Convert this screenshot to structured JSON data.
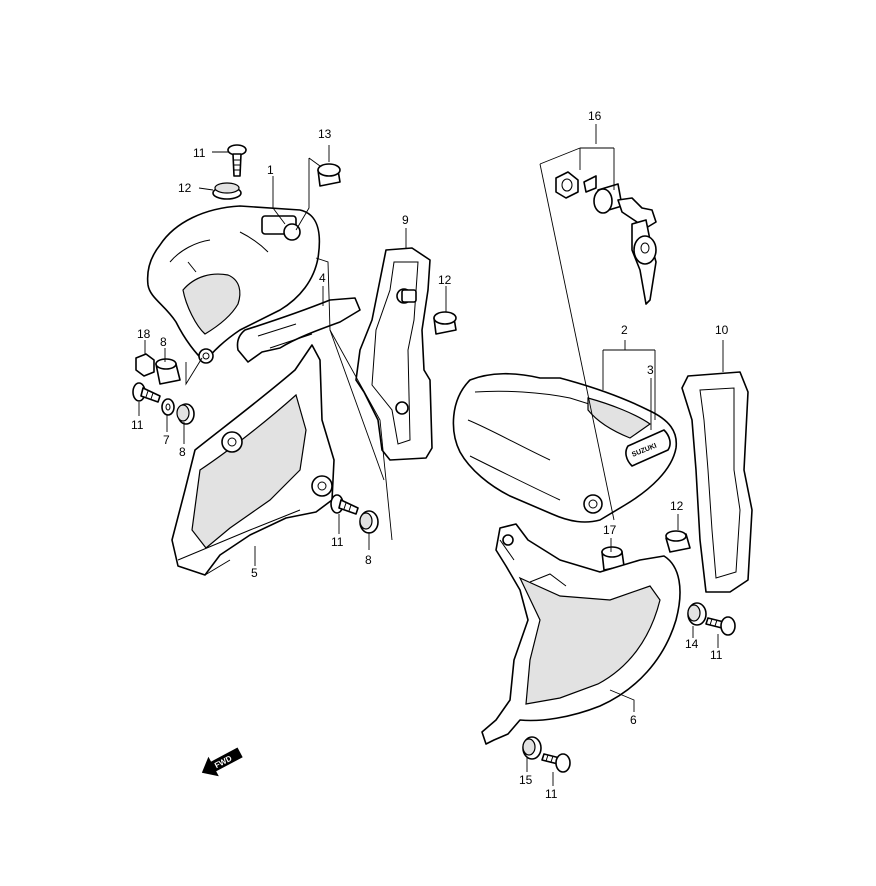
{
  "diagram": {
    "type": "exploded-parts-diagram",
    "callouts": [
      {
        "id": "c11a",
        "label": "11"
      },
      {
        "id": "c12a",
        "label": "12"
      },
      {
        "id": "c1",
        "label": "1"
      },
      {
        "id": "c13",
        "label": "13"
      },
      {
        "id": "c9",
        "label": "9"
      },
      {
        "id": "c4",
        "label": "4"
      },
      {
        "id": "c12b",
        "label": "12"
      },
      {
        "id": "c18",
        "label": "18"
      },
      {
        "id": "c8a",
        "label": "8"
      },
      {
        "id": "c11b",
        "label": "11"
      },
      {
        "id": "c7",
        "label": "7"
      },
      {
        "id": "c8b",
        "label": "8"
      },
      {
        "id": "c5",
        "label": "5"
      },
      {
        "id": "c11c",
        "label": "11"
      },
      {
        "id": "c8c",
        "label": "8"
      },
      {
        "id": "c16",
        "label": "16"
      },
      {
        "id": "c2",
        "label": "2"
      },
      {
        "id": "c3",
        "label": "3"
      },
      {
        "id": "c10",
        "label": "10"
      },
      {
        "id": "c12c",
        "label": "12"
      },
      {
        "id": "c17",
        "label": "17"
      },
      {
        "id": "c14",
        "label": "14"
      },
      {
        "id": "c11d",
        "label": "11"
      },
      {
        "id": "c6",
        "label": "6"
      },
      {
        "id": "c15",
        "label": "15"
      },
      {
        "id": "c11e",
        "label": "11"
      }
    ],
    "direction_indicator": {
      "label": "FWD",
      "icon": "forward-arrow-icon"
    },
    "badge_text": "SUZUKI",
    "colors": {
      "line": "#000000",
      "background": "#ffffff",
      "shade": "#e2e2e2"
    }
  }
}
